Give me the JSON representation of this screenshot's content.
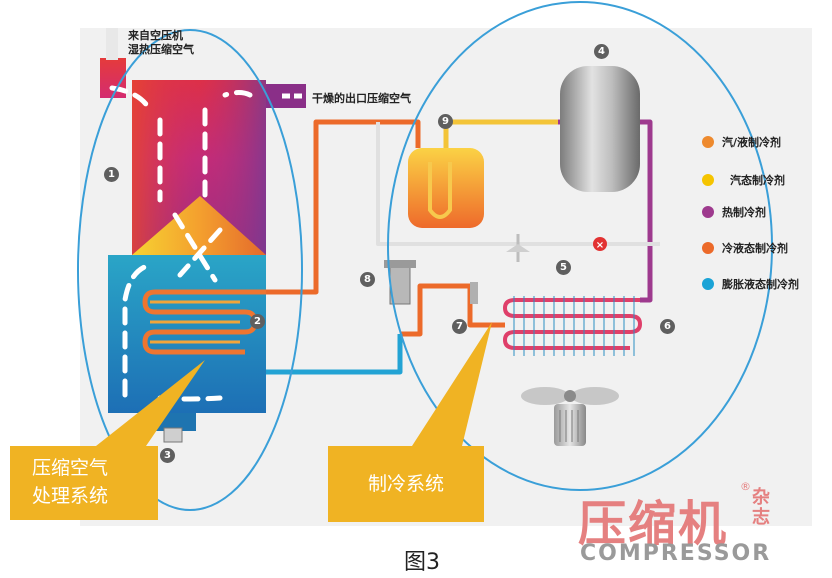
{
  "labels": {
    "inlet_air": "来自空压机\n湿热压缩空气",
    "outlet_air": "干燥的出口压缩空气"
  },
  "markers": [
    "1",
    "2",
    "3",
    "4",
    "5",
    "6",
    "7",
    "8",
    "9"
  ],
  "legend": [
    {
      "text": "汽/液制冷剂",
      "color": "#ee8a2e"
    },
    {
      "text": "汽态制冷剂",
      "color": "#f5c400"
    },
    {
      "text": "热制冷剂",
      "color": "#9e3a8e"
    },
    {
      "text": "冷液态制冷剂",
      "color": "#ec6a2a"
    },
    {
      "text": "膨胀液态制冷剂",
      "color": "#1aa3d6"
    }
  ],
  "callouts": {
    "air_system": "压缩空气\n处理系统",
    "refrigeration_system": "制冷系统"
  },
  "watermark": {
    "brand_cn": "压缩机",
    "brand_small": "杂志",
    "registered": "®",
    "brand_en": "COMPRESSOR"
  },
  "caption": "图3"
}
